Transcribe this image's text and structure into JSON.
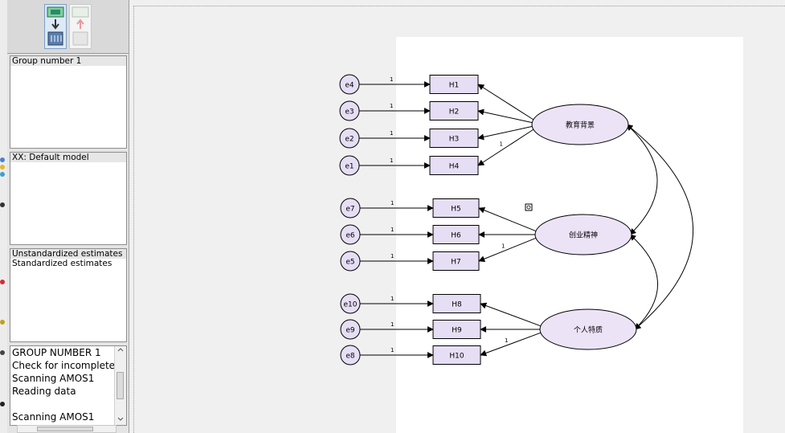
{
  "panels": {
    "groups": {
      "items": [
        "Group number 1"
      ]
    },
    "models": {
      "items": [
        "XX: Default model"
      ]
    },
    "estimates": {
      "items": [
        "Unstandardized estimates",
        "Standardized estimates"
      ]
    },
    "log": {
      "lines": [
        "GROUP NUMBER 1",
        "Check for incomplete",
        "Scanning AMOS1",
        "Reading data",
        "",
        "Scanning AMOS1"
      ]
    }
  },
  "diagram": {
    "errors": [
      "e4",
      "e3",
      "e2",
      "e1",
      "e7",
      "e6",
      "e5",
      "e10",
      "e9",
      "e8"
    ],
    "observed": [
      "H1",
      "H2",
      "H3",
      "H4",
      "H5",
      "H6",
      "H7",
      "H8",
      "H9",
      "H10"
    ],
    "latents": [
      "教育背景",
      "创业精神",
      "个人特质"
    ],
    "path_weight": "1"
  },
  "colors": {
    "node_fill": "#e6def4",
    "latent_fill": "#ece3f7",
    "stroke": "#000000"
  }
}
